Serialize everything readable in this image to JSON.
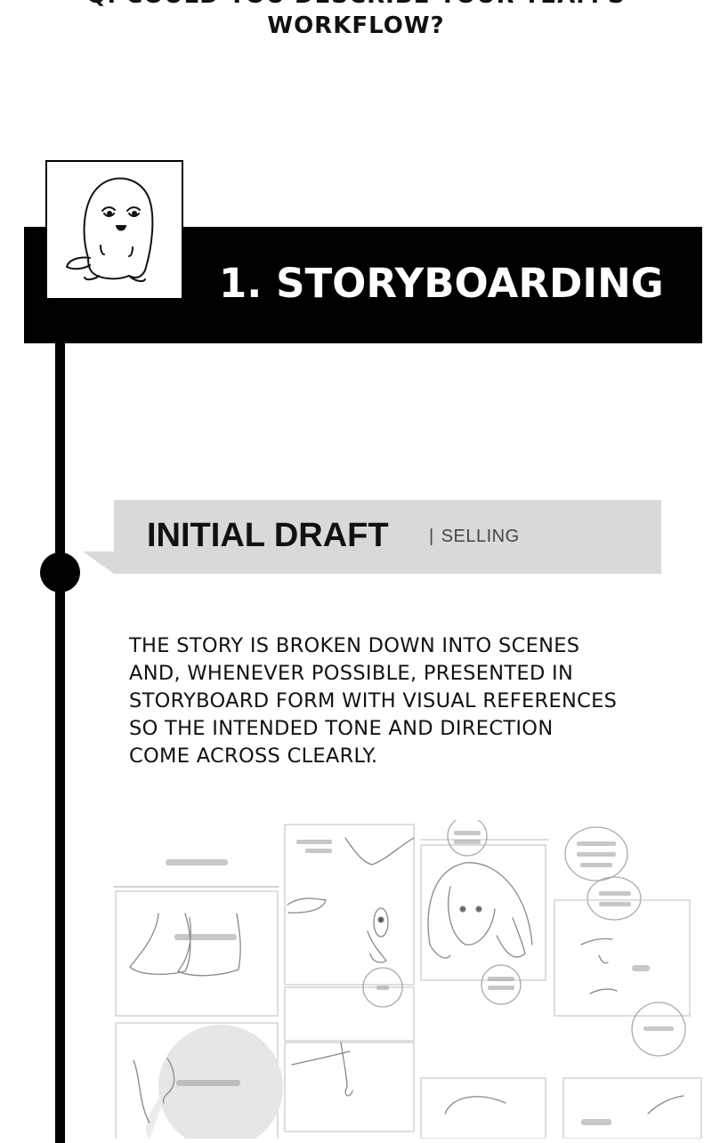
{
  "question": {
    "line1": "Q. COULD YOU DESCRIBE YOUR TEAM'S",
    "line2": "WORKFLOW?"
  },
  "section": {
    "title": "1. STORYBOARDING",
    "avatar_icon": "mascot-character-icon"
  },
  "step": {
    "title": "INITIAL DRAFT",
    "separator": "|",
    "tag": "SELLING"
  },
  "description": {
    "lines": [
      "THE STORY IS BROKEN DOWN INTO SCENES",
      "AND, WHENEVER POSSIBLE, PRESENTED IN",
      "STORYBOARD FORM WITH VISUAL REFERENCES",
      "SO THE INTENDED TONE AND DIRECTION",
      "COME ACROSS CLEARLY."
    ]
  },
  "colors": {
    "bar": "#000000",
    "subhead_bg": "#d9d9d9",
    "text": "#111111"
  }
}
